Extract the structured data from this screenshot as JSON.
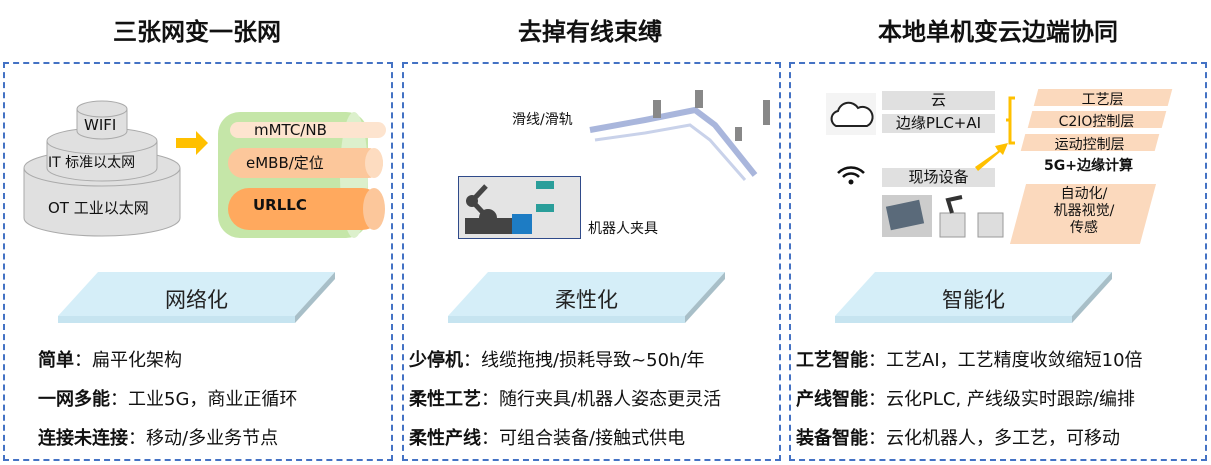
{
  "colors": {
    "border": "#4472c4",
    "platform": "#d5eef8",
    "arrow": "#ffc000",
    "tube_green": "#c5e6a8",
    "orange": "#ffa95e",
    "peach": "#fbd9bd",
    "gray": "#e0e0e0"
  },
  "panels": [
    {
      "title": "三张网变一张网",
      "platform": "网络化",
      "diagram": {
        "layers": [
          "WIFI",
          "IT 标准以太网",
          "OT 工业以太网"
        ],
        "tubes": [
          "mMTC/NB",
          "eMBB/定位",
          "URLLC"
        ]
      },
      "bullets": [
        {
          "key": "简单",
          "text": "：扁平化架构"
        },
        {
          "key": "一网多能",
          "text": "：工业5G，商业正循环"
        },
        {
          "key": "连接未连接",
          "text": "：移动/多业务节点"
        }
      ]
    },
    {
      "title": "去掉有线束缚",
      "platform": "柔性化",
      "diagram": {
        "label_rail": "滑线/滑轨",
        "label_robot": "机器人夹具"
      },
      "bullets": [
        {
          "key": "少停机",
          "text": "：线缆拖拽/损耗导致~50h/年"
        },
        {
          "key": "柔性工艺",
          "text": "：随行夹具/机器人姿态更灵活"
        },
        {
          "key": "柔性产线",
          "text": "：可组合装备/接触式供电"
        }
      ]
    },
    {
      "title": "本地单机变云边端协同",
      "platform": "智能化",
      "diagram": {
        "cloud": "云",
        "edge": "边缘PLC+AI",
        "field": "现场设备",
        "layers": [
          "工艺层",
          "C2IO控制层",
          "运动控制层"
        ],
        "edge_compute": "5G+边缘计算",
        "device_layer": "自动化/\n机器视觉/\n传感"
      },
      "bullets": [
        {
          "key": "工艺智能",
          "text": "：工艺AI，工艺精度收敛缩短10倍"
        },
        {
          "key": "产线智能",
          "text": "：云化PLC, 产线级实时跟踪/编排"
        },
        {
          "key": "装备智能",
          "text": "：云化机器人，多工艺，可移动"
        }
      ]
    }
  ]
}
